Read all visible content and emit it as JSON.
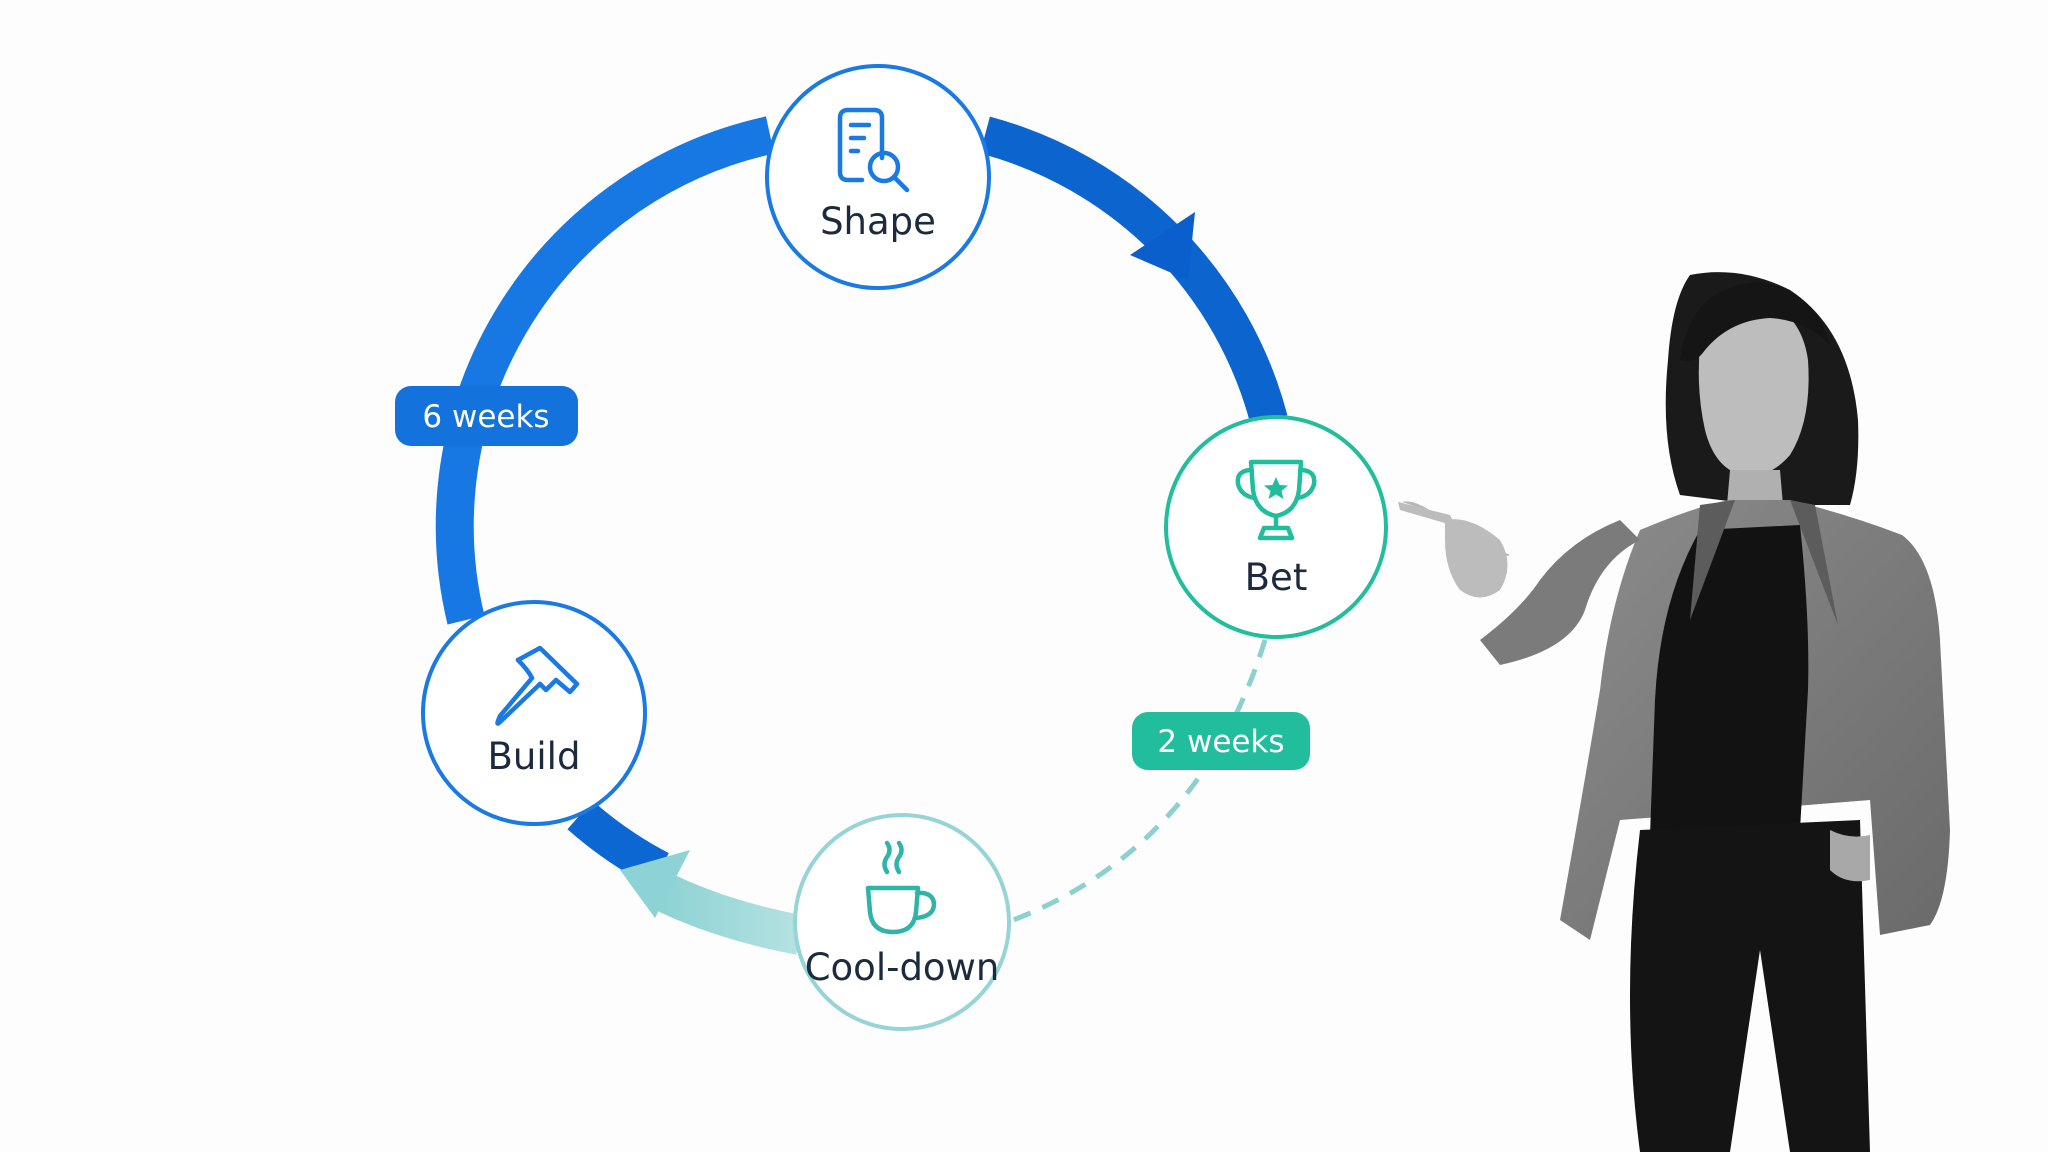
{
  "colors": {
    "background": "#fdfdfd",
    "primary_blue": "#1273df",
    "dark_blue": "#0a62cc",
    "teal": "#23bf9e",
    "light_teal": "#a4dbdb",
    "cooldown_teal": "#8ccfd3",
    "text_dark": "#1b2a3c"
  },
  "cycle": {
    "stages": [
      {
        "label": "Shape",
        "icon": "document-search-icon"
      },
      {
        "label": "Bet",
        "icon": "trophy-icon"
      },
      {
        "label": "Cool-down",
        "icon": "coffee-cup-icon"
      },
      {
        "label": "Build",
        "icon": "hammer-icon"
      }
    ],
    "durations": {
      "build_cycle": "6 weeks",
      "cooldown_cycle": "2 weeks"
    }
  },
  "presenter": {
    "description_icon": "presenter-photo"
  }
}
